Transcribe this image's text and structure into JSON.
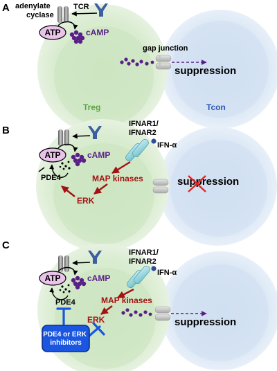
{
  "panels": [
    "A",
    "B",
    "C"
  ],
  "labels": {
    "tcr": "TCR",
    "adenylate_cyclase": "adenylate\ncyclase",
    "atp": "ATP",
    "camp": "cAMP",
    "gap_junction": "gap junction",
    "suppression": "suppression",
    "treg": "Treg",
    "tcon": "Tcon",
    "ifnar": "IFNAR1/\nIFNAR2",
    "ifn": "IFN-α",
    "map_kinases": "MAP kinases",
    "erk": "ERK",
    "pde4": "PDE4",
    "inhibitors": "PDE4 or ERK\ninhibitors"
  },
  "colors": {
    "treg_cell": "#dcedd4",
    "tcon_cell": "#dde9f5",
    "atp_fill": "#e9c3ea",
    "camp_dots": "#5a1e87",
    "arrow_red": "#a31212",
    "inhibitor_blue": "#1a56e0"
  }
}
